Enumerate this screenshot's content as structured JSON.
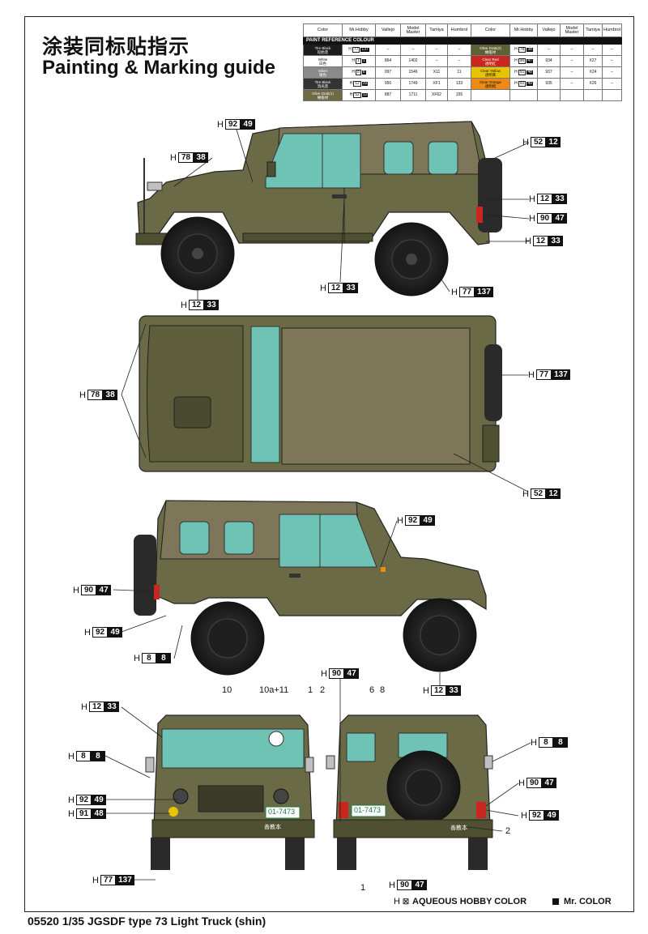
{
  "title_cn": "涂装同标贴指示",
  "title_en": "Painting & Marking guide",
  "footer": "05520 1/35 JGSDF type 73 Light Truck (shin)",
  "paint_table": {
    "caption": "PAINT REFERENCE COLOUR",
    "headers": [
      "Color",
      "Mr.Hobby",
      "Vallejo",
      "Model Master",
      "Tamiya",
      "Humbrol"
    ],
    "left_rows": [
      {
        "name": "Tire Black",
        "cn": "轮胎黑",
        "swatch": "#1c1c1c",
        "hb": "77",
        "mc": "137",
        "vallejo": "–",
        "model_master": "–",
        "tamiya": "–",
        "humbrol": "–"
      },
      {
        "name": "White",
        "cn": "白色",
        "swatch": "#ffffff",
        "hb": "1",
        "mc": "1",
        "vallejo": "864",
        "model_master": "1402",
        "tamiya": "–",
        "humbrol": "–"
      },
      {
        "name": "Silver",
        "cn": "银色",
        "swatch": "#8a8a8a",
        "hb": "8",
        "mc": "8",
        "vallejo": "997",
        "model_master": "1546",
        "tamiya": "X11",
        "humbrol": "11"
      },
      {
        "name": "Tire Black",
        "cn": "消光黑",
        "swatch": "#333333",
        "hb": "12",
        "mc": "33",
        "vallejo": "950",
        "model_master": "1749",
        "tamiya": "XF1",
        "humbrol": "133"
      },
      {
        "name": "Olive Drab(1)",
        "cn": "橄榄绿",
        "swatch": "#6d6a45",
        "hb": "52",
        "mc": "12",
        "vallejo": "887",
        "model_master": "1711",
        "tamiya": "XF62",
        "humbrol": "155"
      }
    ],
    "right_rows": [
      {
        "name": "Olive Drab(2)",
        "cn": "橄榄绿",
        "swatch": "#5e6136",
        "hb": "78",
        "mc": "38",
        "vallejo": "–",
        "model_master": "–",
        "tamiya": "–",
        "humbrol": "–"
      },
      {
        "name": "Clear Red",
        "cn": "透明红",
        "swatch": "#c8261f",
        "hb": "90",
        "mc": "47",
        "vallejo": "934",
        "model_master": "–",
        "tamiya": "X27",
        "humbrol": "–"
      },
      {
        "name": "Clear Yellow",
        "cn": "透明黄",
        "swatch": "#e8c400",
        "hb": "91",
        "mc": "48",
        "vallejo": "937",
        "model_master": "–",
        "tamiya": "X24",
        "humbrol": "–"
      },
      {
        "name": "Clear Orange",
        "cn": "透明橙",
        "swatch": "#ee8a14",
        "hb": "92",
        "mc": "49",
        "vallejo": "935",
        "model_master": "–",
        "tamiya": "X26",
        "humbrol": "–"
      }
    ]
  },
  "callouts": {
    "side1_mirror": {
      "hb": "92",
      "mc": "49"
    },
    "side1_front": {
      "hb": "78",
      "mc": "38"
    },
    "side1_spare": {
      "hb": "52",
      "mc": "12"
    },
    "side1_rear1": {
      "hb": "12",
      "mc": "33"
    },
    "side1_light": {
      "hb": "90",
      "mc": "47"
    },
    "side1_rear2": {
      "hb": "12",
      "mc": "33"
    },
    "side1_step": {
      "hb": "12",
      "mc": "33"
    },
    "side1_tire": {
      "hb": "77",
      "mc": "137"
    },
    "side1_wheel": {
      "hb": "12",
      "mc": "33"
    },
    "top_hood": {
      "hb": "78",
      "mc": "38"
    },
    "top_spare": {
      "hb": "77",
      "mc": "137"
    },
    "top_canvas": {
      "hb": "52",
      "mc": "12"
    },
    "side2_indicator": {
      "hb": "92",
      "mc": "49"
    },
    "side2_light": {
      "hb": "90",
      "mc": "47"
    },
    "side2_orange": {
      "hb": "92",
      "mc": "49"
    },
    "side2_silver": {
      "hb": "8",
      "mc": "8"
    },
    "side2_wheel": {
      "hb": "12",
      "mc": "33"
    },
    "side2_red": {
      "hb": "90",
      "mc": "47"
    },
    "front_top": {
      "hb": "12",
      "mc": "33"
    },
    "front_mirror": {
      "hb": "8",
      "mc": "8"
    },
    "front_orange": {
      "hb": "92",
      "mc": "49"
    },
    "front_yellow": {
      "hb": "91",
      "mc": "48"
    },
    "front_tire": {
      "hb": "77",
      "mc": "137"
    },
    "rear_mirror": {
      "hb": "8",
      "mc": "8"
    },
    "rear_light1": {
      "hb": "90",
      "mc": "47"
    },
    "rear_light2": {
      "hb": "92",
      "mc": "49"
    },
    "rear_bottom": {
      "hb": "90",
      "mc": "47"
    }
  },
  "decal_numbers": {
    "front_10": "10",
    "front_10a": "10a+11",
    "front_1": "1",
    "front_2": "2",
    "rear_6": "6",
    "rear_8": "8",
    "rear_2": "2",
    "rear_1": "1"
  },
  "plates": {
    "front": "01-7473",
    "rear": "01-7473",
    "unit_text": "善教本"
  },
  "legend": {
    "aqueous_prefix": "H",
    "aqueous_label": "AQUEOUS HOBBY COLOR",
    "mr_label": "Mr. COLOR"
  },
  "colors": {
    "olive": "#6b6a46",
    "olive_dark": "#4f4f32",
    "canvas": "#7d7658",
    "glass": "#6fc3b5",
    "tire": "#2a2a2a"
  }
}
